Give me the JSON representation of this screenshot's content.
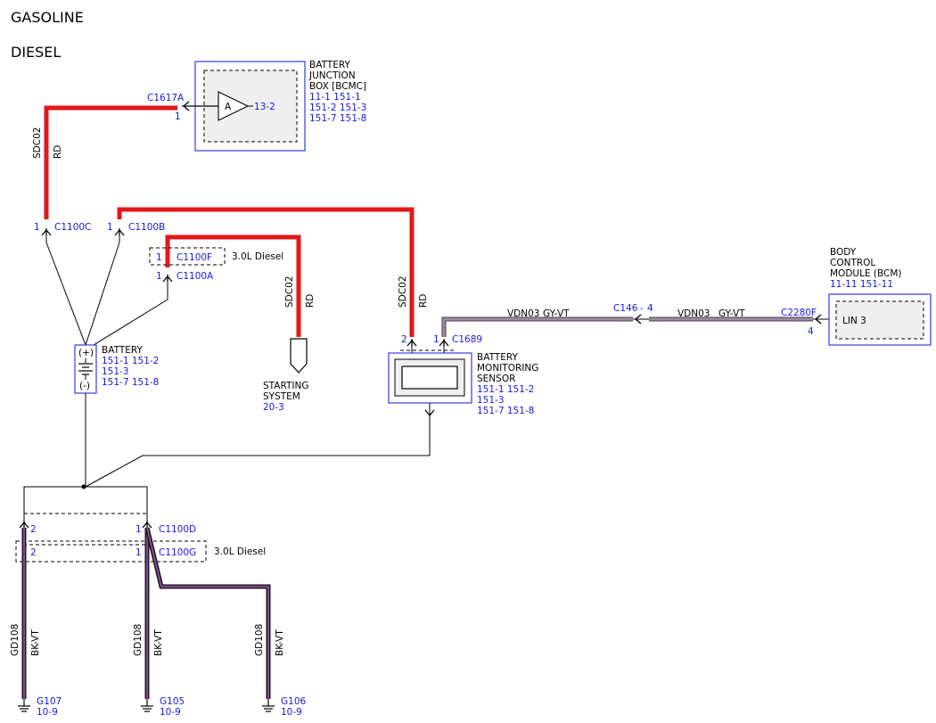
{
  "headings": {
    "gasoline": "GASOLINE",
    "diesel": "DIESEL"
  },
  "colors": {
    "red_wire": "#e3171a",
    "purple_wire": "#2a1030",
    "gyvt_wire": "#8a7a8e",
    "blue": "#1a1adc",
    "component_fill": "#f0f0f0"
  },
  "bjb": {
    "title": [
      "BATTERY",
      "JUNCTION",
      "BOX [BCMC]"
    ],
    "refs": [
      "11-1   151-1",
      "151-2 151-3",
      "151-7 151-8"
    ],
    "amp_letter": "A",
    "amp_ref": "13-2",
    "connector": "C1617A",
    "pin": "1"
  },
  "wires": {
    "sdc02": "SDC02",
    "rd": "RD",
    "gd108": "GD108",
    "bkvt": "BK-VT",
    "vdn03": "VDN03",
    "gyvt": "GY-VT"
  },
  "connectors": {
    "c1100c": {
      "name": "C1100C",
      "pin": "1"
    },
    "c1100b": {
      "name": "C1100B",
      "pin": "1"
    },
    "c1100f": {
      "name": "C1100F",
      "pin": "1",
      "note": "3.0L Diesel"
    },
    "c1100a": {
      "name": "C1100A",
      "pin": "1"
    },
    "c1689": {
      "name": "C1689",
      "pin1": "1",
      "pin2": "2"
    },
    "c146": {
      "name": "C146",
      "pin": "4"
    },
    "c2280f": {
      "name": "C2280F",
      "pin": "4"
    },
    "c1100d": {
      "name": "C1100D",
      "pin1": "1",
      "pin2": "2"
    },
    "c1100g": {
      "name": "C1100G",
      "pin1": "1",
      "pin2": "2",
      "note": "3.0L Diesel"
    }
  },
  "battery": {
    "title": "BATTERY",
    "refs": [
      "151-1 151-2",
      "151-3",
      "151-7 151-8"
    ],
    "plus": "(+)",
    "minus": "(-)"
  },
  "starting": {
    "title": [
      "STARTING",
      "SYSTEM"
    ],
    "ref": "20-3"
  },
  "bms": {
    "title": [
      "BATTERY",
      "MONITORING",
      "SENSOR"
    ],
    "refs": [
      "151-1 151-2",
      "151-3",
      "151-7 151-8"
    ]
  },
  "bcm": {
    "title": [
      "BODY",
      "CONTROL",
      "MODULE (BCM)"
    ],
    "refs": "11-11  151-11",
    "lin": "LIN 3"
  },
  "grounds": {
    "g107": {
      "name": "G107",
      "ref": "10-9"
    },
    "g105": {
      "name": "G105",
      "ref": "10-9"
    },
    "g106": {
      "name": "G106",
      "ref": "10-9"
    }
  }
}
